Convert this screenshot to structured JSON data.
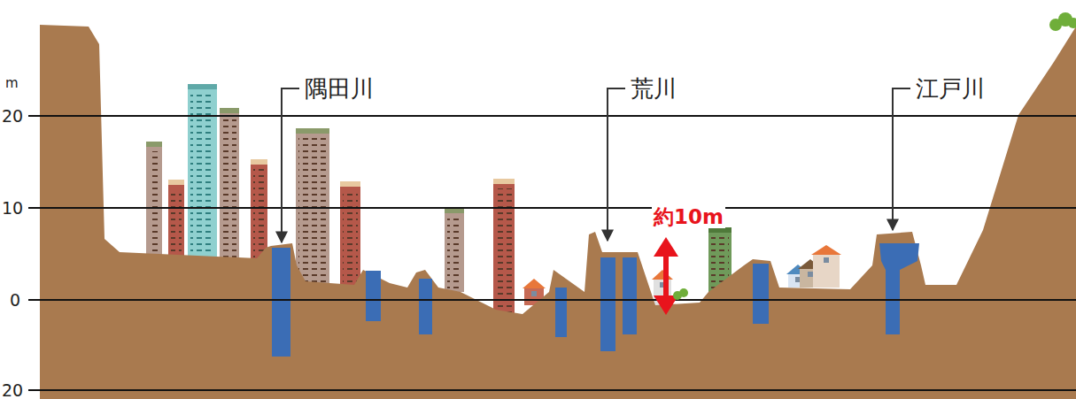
{
  "diagram": {
    "labels": [
      "m",
      "20",
      "10",
      "0",
      "20",
      "隅田川",
      "荒川",
      "江戸川",
      "約10m"
    ]
  }
}
